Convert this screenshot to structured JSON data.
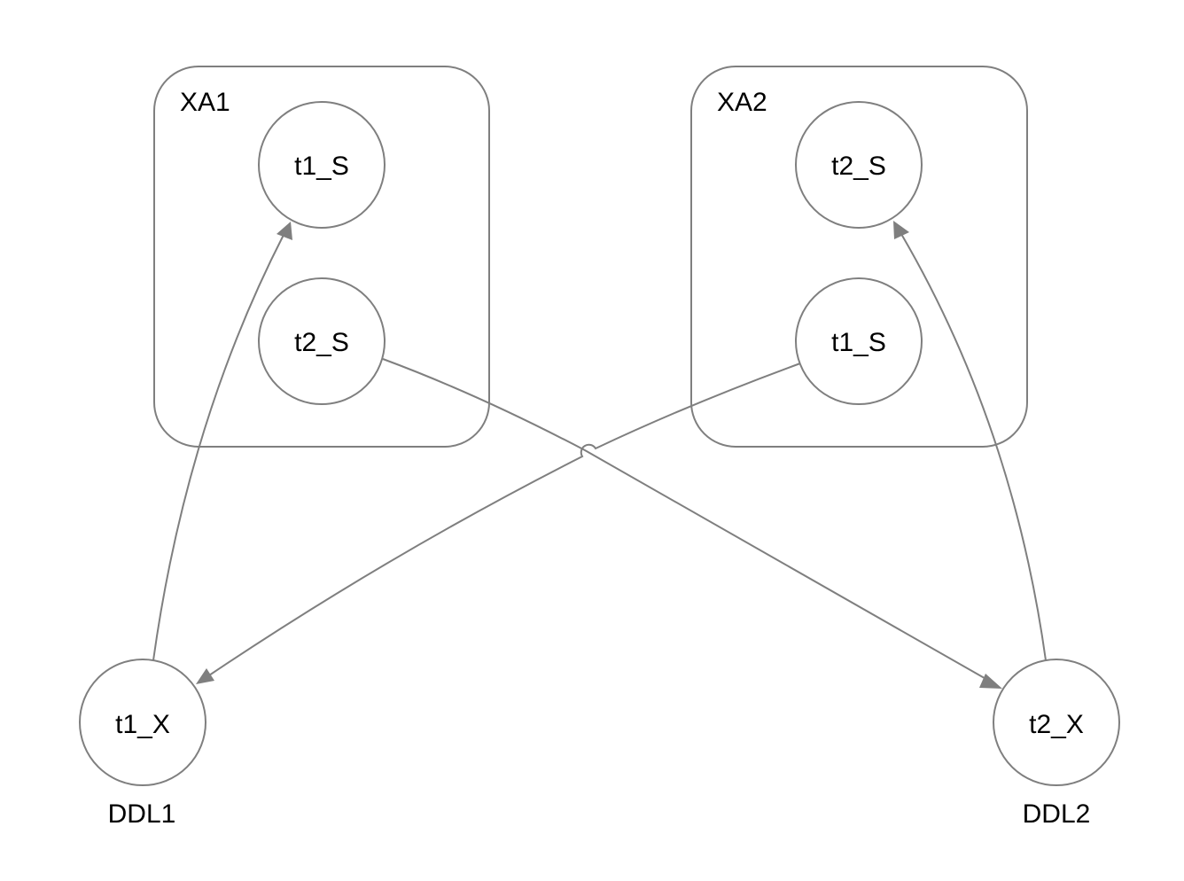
{
  "groups": {
    "xa1": {
      "label": "XA1"
    },
    "xa2": {
      "label": "XA2"
    }
  },
  "nodes": {
    "xa1_t1_s": {
      "label": "t1_S"
    },
    "xa1_t2_s": {
      "label": "t2_S"
    },
    "xa2_t2_s": {
      "label": "t2_S"
    },
    "xa2_t1_s": {
      "label": "t1_S"
    },
    "t1_x": {
      "label": "t1_X"
    },
    "t2_x": {
      "label": "t2_X"
    }
  },
  "captions": {
    "ddl1": "DDL1",
    "ddl2": "DDL2"
  },
  "edges": [
    {
      "from": "t1_X",
      "to": "t1_S (XA1)"
    },
    {
      "from": "t2_S (XA1)",
      "to": "t2_X"
    },
    {
      "from": "t1_S (XA2)",
      "to": "t1_X"
    },
    {
      "from": "t2_X",
      "to": "t2_S (XA2)"
    }
  ],
  "colors": {
    "stroke": "#7f7f7f",
    "text": "#000000",
    "background": "#ffffff"
  }
}
